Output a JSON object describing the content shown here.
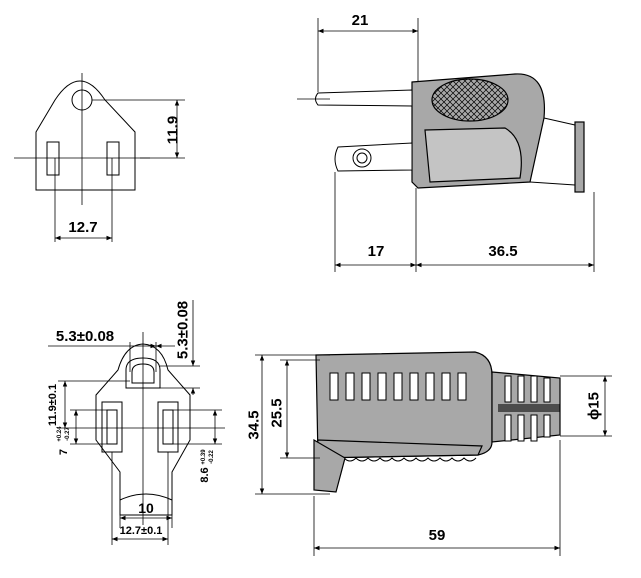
{
  "dims": {
    "d21": "21",
    "d11_9": "11.9",
    "d12_7": "12.7",
    "d17": "17",
    "d36_5": "36.5",
    "d5_3_h": "5.3±0.08",
    "d5_3_v": "5.3±0.08",
    "d11_9_tol": "11.9±0.1",
    "d7": "7",
    "d7_up": "+0.24",
    "d7_lo": "-0.27",
    "d8_6": "8.6",
    "d8_6_up": "+0.39",
    "d8_6_lo": "-0.22",
    "d10": "10",
    "d12_7_tol": "12.7±0.1",
    "d34_5": "34.5",
    "d25_5": "25.5",
    "d15": "ϕ15",
    "d59": "59"
  }
}
